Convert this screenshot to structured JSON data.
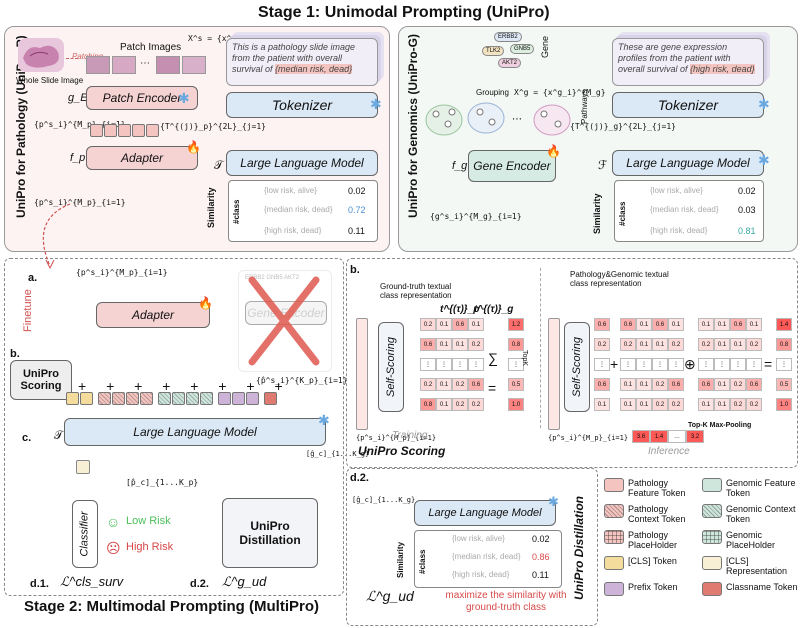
{
  "stage1_title": "Stage 1: Unimodal Prompting (UniPro)",
  "stage2_title": "Stage 2: Multimodal Prompting (MultiPro)",
  "path": {
    "side_label": "UniPro for Pathology (UniPro-P)",
    "wsi_label": "Whole Slide Image",
    "patching": "Patching",
    "patch_images": "Patch Images",
    "patch_set": "X^s = {x^s_i}^{M_s}",
    "prompt": "This is a pathology slide image from the patient with overall survival of",
    "prompt_class": "{median risk, dead}",
    "encoder": "Patch Encoder",
    "tokenizer": "Tokenizer",
    "adapter": "Adapter",
    "llm": "Large Language Model",
    "gE": "g_E",
    "fp": "f_p",
    "T": "𝒯",
    "feat1": "{p^s_i}^{M_p}_{i=1}",
    "ctx": "{T^{(j)}_p}^{2L}_{j=1}",
    "feat2": "{p^s_i}^{M_p}_{i=1}",
    "similarity": "Similarity",
    "classes": [
      "{low risk, alive}",
      "{median risk, dead}",
      "{high risk, dead}"
    ],
    "scores": [
      "0.02",
      "0.72",
      "0.11"
    ],
    "class_axis": "#class"
  },
  "gen": {
    "side_label": "UniPro for Genomics (UniPro-G)",
    "gene": "Gene",
    "gene_names": [
      "ERBB2",
      "GNB5",
      "TLK2",
      "AKT2"
    ],
    "grouping": "Grouping",
    "pathways": "Pathways",
    "gene_set": "X^g = {x^g_i}^{M_g}",
    "prompt": "These are gene expression profiles from the patient with overall survival of",
    "prompt_class": "{high risk, dead}",
    "tokenizer": "Tokenizer",
    "encoder": "Gene Encoder",
    "llm": "Large Language Model",
    "fg": "f_g",
    "F": "ℱ",
    "ctx": "{T^{(j)}_g}^{2L}_{j=1}",
    "feat": "{g^s_i}^{M_g}_{i=1}",
    "similarity": "Similarity",
    "classes": [
      "{low risk, alive}",
      "{median risk, dead}",
      "{high risk, dead}"
    ],
    "scores": [
      "0.02",
      "0.03",
      "0.81"
    ],
    "class_axis": "#class"
  },
  "s2": {
    "a_label": "a.",
    "b_label": "b.",
    "c_label": "c.",
    "d1_label": "d.1.",
    "d2_label": "d.2.",
    "finetune": "Finetune",
    "adapter": "Adapter",
    "gene_encoder": "Gene Encoder",
    "gene_names": [
      "ERBB2",
      "GNB5",
      "AKT2"
    ],
    "scoring": "UniPro Scoring",
    "llm": "Large Language Model",
    "feat_top": "{p^s_i}^{M_p}_{i=1}",
    "feat_k": "{p̂^s_i}^{K_p}_{i=1}",
    "T": "𝒯",
    "cls_rep": "[p̂_c]_{1...K_p}",
    "gen_rep": "[ĝ_c]_{1...K_g}",
    "classifier": "Classifier",
    "low_risk": "Low Risk",
    "high_risk": "High Risk",
    "distill": "UniPro Distillation",
    "loss_cls": "ℒ^cls_surv",
    "loss_ud": "ℒ^g_ud"
  },
  "scoring": {
    "b_label": "b.",
    "gt_label": "Ground-truth textual class representation",
    "tp": "t^{(τ)}_p",
    "tg": "t^{(τ)}_g",
    "self_scoring": "Self-Scoring",
    "feat": "{p^s_i}^{M_p}_{i=1}",
    "training": "Training",
    "title": "UniPro Scoring",
    "inference": "Inference",
    "pg_label": "Pathology&Genomic textual class representation",
    "topk": "TopK",
    "maxpool": "Top-K Max-Pooling",
    "col1": [
      "0.2",
      "0.6",
      "⋮",
      "0.2",
      "0.8"
    ],
    "col2": [
      "0.1",
      "0.1",
      "⋮",
      "0.1",
      "0.1"
    ],
    "col3": [
      "0.6",
      "0.1",
      "⋮",
      "0.2",
      "0.2"
    ],
    "col4": [
      "0.1",
      "0.2",
      "⋮",
      "0.6",
      "0.2"
    ],
    "sum_col": [
      "1.2",
      "0.8",
      "⋮",
      "0.5",
      "1.0"
    ],
    "inf_col": [
      "0.6",
      "0.2",
      "⋮",
      "0.6",
      "0.1"
    ],
    "inf_m1": [
      "0.6",
      "0.2",
      "⋮",
      "0.1",
      "0.1"
    ],
    "inf_m2": [
      "0.1",
      "0.2",
      "⋮",
      "0.6",
      "0.1"
    ],
    "inf_res": [
      "1.4",
      "0.8",
      "⋮",
      "0.5",
      "1.0"
    ],
    "pool": [
      "3.6",
      "1.4",
      "…",
      "3.2"
    ],
    "sym_sum": "∑",
    "sym_eq": "=",
    "sym_plus": "+",
    "sym_oplus": "⊕"
  },
  "d2": {
    "label": "d.2.",
    "llm": "Large Language Model",
    "gen_rep": "[ĝ_c]_{1...K_g}",
    "similarity": "Similarity",
    "class_axis": "#class",
    "classes": [
      "{low risk, alive}",
      "{median risk, dead}",
      "{high risk, dead}"
    ],
    "scores": [
      "0.02",
      "0.86",
      "0.11"
    ],
    "loss": "ℒ^g_ud",
    "caption": "maximize the similarity with ground-truth class",
    "side": "UniPro Distillation"
  },
  "legend": [
    {
      "label": "Pathology Feature Token",
      "color": "#f4c5c0"
    },
    {
      "label": "Genomic Feature Token",
      "color": "#cfe6dd"
    },
    {
      "label": "Pathology Context Token",
      "color": "#f4c5c0"
    },
    {
      "label": "Genomic Context Token",
      "color": "#cfe6dd"
    },
    {
      "label": "Pathology PlaceHolder",
      "color": "#f4c5c0"
    },
    {
      "label": "Genomic PlaceHolder",
      "color": "#cfe6dd"
    },
    {
      "label": "[CLS] Token",
      "color": "#f3dc9c"
    },
    {
      "label": "[CLS] Representation",
      "color": "#f8f0d4"
    },
    {
      "label": "Prefix Token",
      "color": "#cdb3d8"
    },
    {
      "label": "Classname Token",
      "color": "#e07b72"
    }
  ]
}
